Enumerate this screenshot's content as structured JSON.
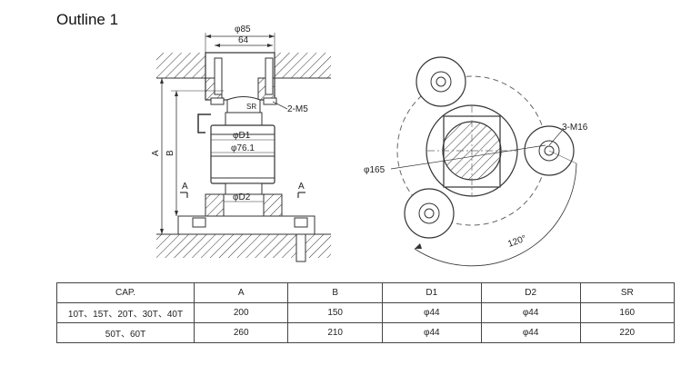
{
  "title": "Outline 1",
  "labels": {
    "phi85": "φ85",
    "dim64": "64",
    "sr": "SR",
    "m5": "2-M5",
    "d1": "φD1",
    "d76": "φ76.1",
    "d2": "φD2",
    "dimA": "A",
    "dimB": "B",
    "secA_left": "A",
    "secA_right": "A",
    "m16": "3-M16",
    "phi165": "φ165",
    "angle": "120°"
  },
  "table": {
    "headers": [
      "CAP.",
      "A",
      "B",
      "D1",
      "D2",
      "SR"
    ],
    "rows": [
      [
        "10T、15T、20T、30T、40T",
        "200",
        "150",
        "φ44",
        "φ44",
        "160"
      ],
      [
        "50T、60T",
        "260",
        "210",
        "φ44",
        "φ44",
        "220"
      ]
    ]
  }
}
